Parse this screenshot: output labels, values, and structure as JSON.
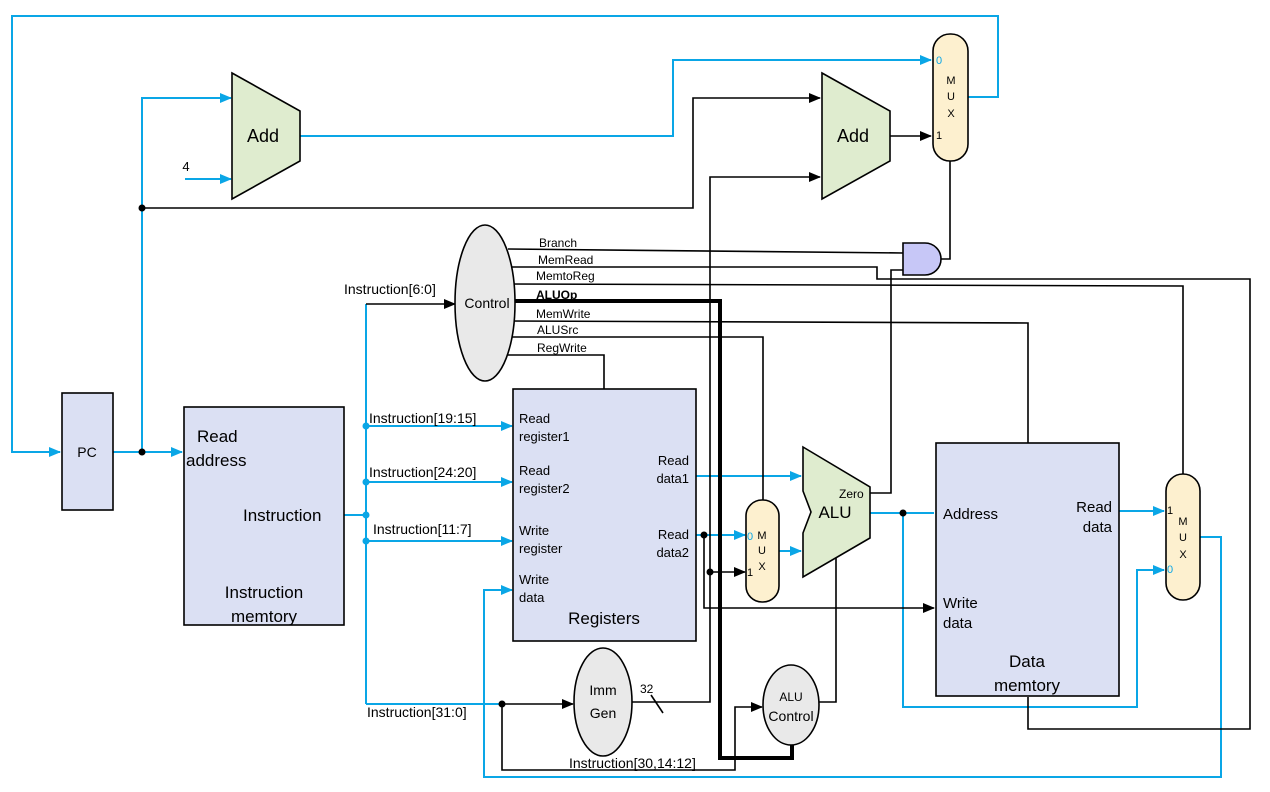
{
  "blocks": {
    "pc": "PC",
    "add1": "Add",
    "add2": "Add",
    "const4": "4",
    "control": "Control",
    "imem": {
      "read1": "Read",
      "read2": "address",
      "instr": "Instruction",
      "name1": "Instruction",
      "name2": "memtory"
    },
    "registers": {
      "rr1a": "Read",
      "rr1b": "register1",
      "rr2a": "Read",
      "rr2b": "register2",
      "wra": "Write",
      "wrb": "register",
      "wda": "Write",
      "wdb": "data",
      "rd1a": "Read",
      "rd1b": "data1",
      "rd2a": "Read",
      "rd2b": "data2",
      "name": "Registers"
    },
    "alu": {
      "name": "ALU",
      "zero": "Zero"
    },
    "dmem": {
      "addr": "Address",
      "wda": "Write",
      "wdb": "data",
      "rda": "Read",
      "rdb": "data",
      "name1": "Data",
      "name2": "memtory"
    },
    "immgen": {
      "a": "Imm",
      "b": "Gen"
    },
    "alucontrol": {
      "a": "ALU",
      "b": "Control"
    },
    "mux": {
      "m": "M",
      "u": "U",
      "x": "X",
      "zero": "0",
      "one": "1"
    }
  },
  "signals": {
    "branch": "Branch",
    "memread": "MemRead",
    "memtoreg": "MemtoReg",
    "aluop": "ALUOp",
    "memwrite": "MemWrite",
    "alusrc": "ALUSrc",
    "regwrite": "RegWrite"
  },
  "wire_labels": {
    "i6_0": "Instruction[6:0]",
    "i19_15": "Instruction[19:15]",
    "i24_20": "Instruction[24:20]",
    "i11_7": "Instruction[11:7]",
    "i31_0": "Instruction[31:0]",
    "i30": "Instruction[30,14:12]",
    "w32": "32"
  },
  "colors": {
    "datapath": "#0aa6e6",
    "control": "#000000",
    "memory_fill": "#dbe0f3",
    "adder_fill": "#dfeccf",
    "mux_fill": "#fdf0cf",
    "gate_fill": "#c7c7f7"
  }
}
